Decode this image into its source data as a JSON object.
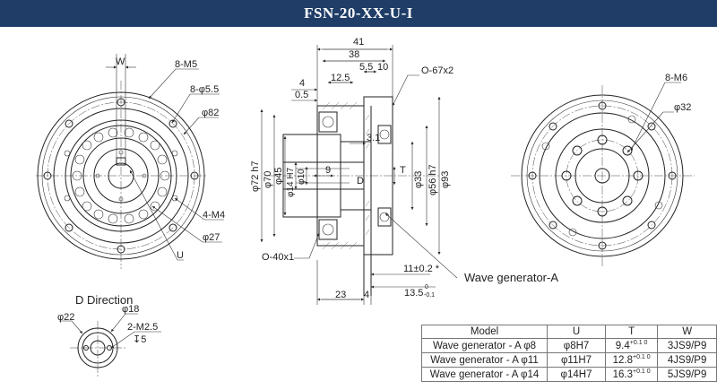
{
  "title": "FSN-20-XX-U-I",
  "front_view": {
    "labels": {
      "w": "W",
      "bolt_thread": "8-M5",
      "bolt_hole": "8-φ5.5",
      "pcd": "φ82",
      "tap": "4-M4",
      "inner_dia": "φ27",
      "u": "U"
    }
  },
  "section_view": {
    "dims": {
      "total_length": "41",
      "body_length": "38",
      "d_5_5": "5.5",
      "d_10": "10",
      "d_12_5": "12.5",
      "d_4_top": "4",
      "d_0_5": "0.5",
      "d_3_1": "3.1",
      "d_9": "9",
      "d_t": "T",
      "d_d": "D",
      "phi72": "φ72 h7",
      "phi70": "φ70",
      "phi45": "φ45",
      "phi14": "φ14 H7",
      "phi10": "φ10",
      "phi33": "φ33",
      "phi56": "φ56 h7",
      "phi93": "φ93",
      "oring_top": "O-67x2",
      "oring_bottom": "O-40x1",
      "d_11": "11±0.2 *",
      "d_13_5": "13.5",
      "d_13_5_tol_upper": "0",
      "d_13_5_tol_lower": "-0.1",
      "d_23": "23",
      "d_4_bottom": "4"
    },
    "callout": "Wave generator-A"
  },
  "rear_view": {
    "labels": {
      "tap": "8-M6",
      "dia": "φ32"
    }
  },
  "d_direction": {
    "title": "D Direction",
    "labels": {
      "phi22": "φ22",
      "phi18": "φ18",
      "tap": "2-M2.5",
      "depth": "↧5"
    }
  },
  "spec_table": {
    "headers": [
      "Model",
      "U",
      "T",
      "W"
    ],
    "rows": [
      {
        "model": "Wave generator - A φ8",
        "u": "φ8H7",
        "t": "9.4",
        "t_tol": "+0.1 0",
        "w": "3JS9/P9"
      },
      {
        "model": "Wave generator - A φ11",
        "u": "φ11H7",
        "t": "12.8",
        "t_tol": "+0.1 0",
        "w": "4JS9/P9"
      },
      {
        "model": "Wave generator - A φ14",
        "u": "φ14H7",
        "t": "16.3",
        "t_tol": "+0.1 0",
        "w": "5JS9/P9"
      }
    ]
  }
}
